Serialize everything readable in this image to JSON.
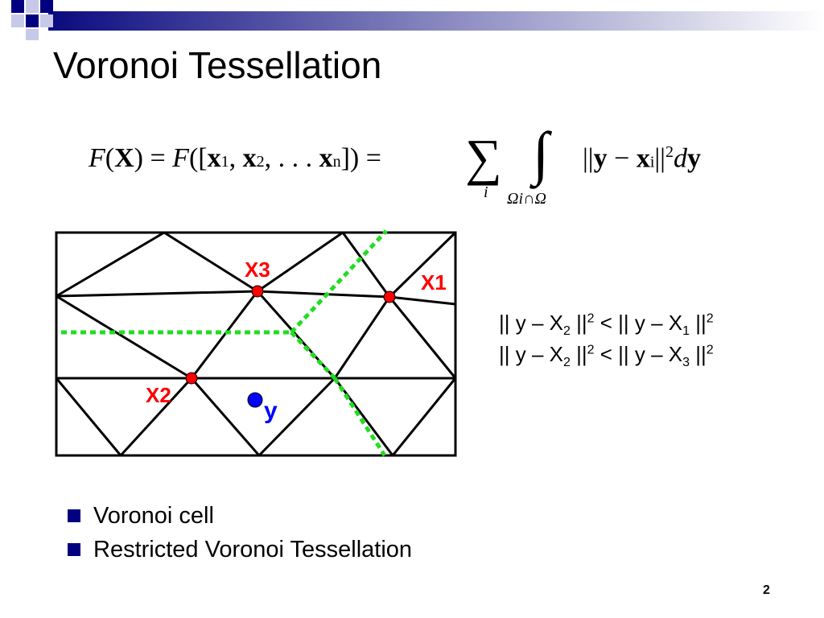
{
  "slide": {
    "title": "Voronoi Tessellation",
    "page_number": "2"
  },
  "formula": {
    "lhs": "F(X) = F([x",
    "s1": "1",
    "mid1": ", x",
    "s2": "2",
    "mid2": ", ... x",
    "sn": "n",
    "end": "]) =",
    "sum_index": "i",
    "int_lower": "Ωi∩Ω",
    "integrand": "||y − x",
    "si": "i",
    "norm_close": "||",
    "sq": "2",
    "dy": "dy"
  },
  "diagram": {
    "labels": {
      "x1": "X1",
      "x2": "X2",
      "x3": "X3",
      "y": "y"
    },
    "colors": {
      "site": "#ff0000",
      "query": "#0000ff",
      "voronoi": "#22dd22",
      "mesh": "#000000"
    }
  },
  "inequalities": [
    {
      "a": "|| y – X",
      "a_sub": "2",
      "b": " ||",
      "b_sup": "2",
      "c": " < || y – X",
      "c_sub": "1",
      "d": " ||",
      "d_sup": "2"
    },
    {
      "a": "|| y – X",
      "a_sub": "2",
      "b": " ||",
      "b_sup": "2",
      "c": " < || y – X",
      "c_sub": "3",
      "d": " ||",
      "d_sup": "2"
    }
  ],
  "bullets": [
    "Voronoi cell",
    "Restricted Voronoi Tessellation"
  ]
}
